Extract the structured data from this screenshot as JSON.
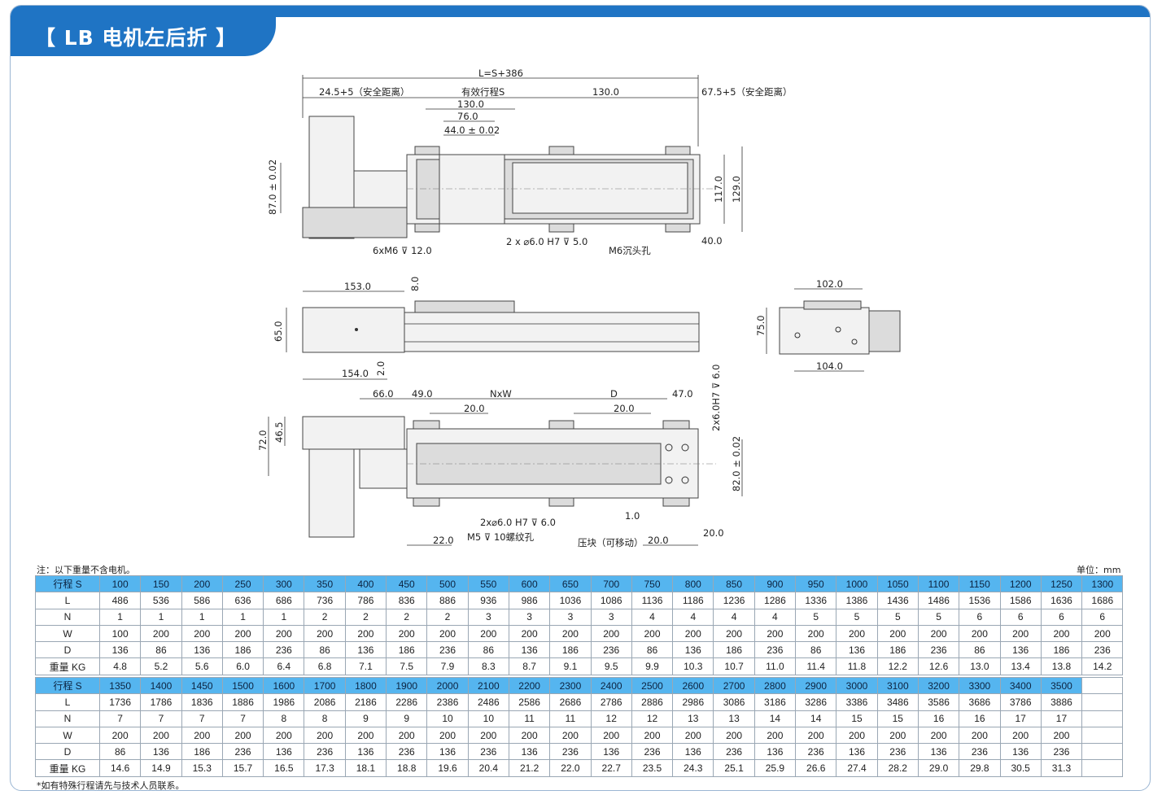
{
  "title": "【 LB 电机左后折 】",
  "colors": {
    "brand_blue": "#1f74c4",
    "table_header": "#55b5ef"
  },
  "top_view": {
    "total_length": "L=S+386",
    "safe_left": "24.5+5（安全距离）",
    "effective_stroke": "有效行程S",
    "d130_right": "130.0",
    "safe_right": "67.5+5（安全距离）",
    "d130_inner": "130.0",
    "d76": "76.0",
    "d44": "44.0 ± 0.02",
    "d87": "87.0 ± 0.02",
    "d117": "117.0",
    "d129": "129.0",
    "m6_holes": "6xM6 ⊽ 12.0",
    "pin_holes": "2 x ⌀6.0 H7 ⊽ 5.0",
    "m6_counterbore": "M6沉头孔",
    "d40": "40.0"
  },
  "side_view": {
    "d153": "153.0",
    "d8": "8.0",
    "d65": "65.0",
    "d154": "154.0",
    "d2": "2.0"
  },
  "end_view": {
    "d102": "102.0",
    "d75": "75.0",
    "d104": "104.0"
  },
  "bottom_view": {
    "d66": "66.0",
    "d49": "49.0",
    "nxw": "NxW",
    "d_label": "D",
    "d47": "47.0",
    "d20a": "20.0",
    "d20b": "20.0",
    "d72": "72.0",
    "d46_5": "46.5",
    "pins": "2x⌀6.0 H7 ⊽ 6.0",
    "pins_right": "2x6.0H7 ⊽ 6.0",
    "d82": "82.0 ± 0.02",
    "m5": "M5 ⊽ 10螺纹孔",
    "d22": "22.0",
    "d1": "1.0",
    "clamp": "压块（可移动）",
    "d20c": "20.0",
    "d20d": "20.0"
  },
  "table_note": "注：以下重量不含电机。",
  "unit_note": "单位：mm",
  "footer_note": "*如有特殊行程请先与技术人员联系。",
  "table1": {
    "rows": [
      {
        "label": "行程 S",
        "values": [
          "100",
          "150",
          "200",
          "250",
          "300",
          "350",
          "400",
          "450",
          "500",
          "550",
          "600",
          "650",
          "700",
          "750",
          "800",
          "850",
          "900",
          "950",
          "1000",
          "1050",
          "1100",
          "1150",
          "1200",
          "1250",
          "1300"
        ]
      },
      {
        "label": "L",
        "values": [
          "486",
          "536",
          "586",
          "636",
          "686",
          "736",
          "786",
          "836",
          "886",
          "936",
          "986",
          "1036",
          "1086",
          "1136",
          "1186",
          "1236",
          "1286",
          "1336",
          "1386",
          "1436",
          "1486",
          "1536",
          "1586",
          "1636",
          "1686"
        ]
      },
      {
        "label": "N",
        "values": [
          "1",
          "1",
          "1",
          "1",
          "1",
          "2",
          "2",
          "2",
          "2",
          "3",
          "3",
          "3",
          "3",
          "4",
          "4",
          "4",
          "4",
          "5",
          "5",
          "5",
          "5",
          "6",
          "6",
          "6",
          "6"
        ]
      },
      {
        "label": "W",
        "values": [
          "100",
          "200",
          "200",
          "200",
          "200",
          "200",
          "200",
          "200",
          "200",
          "200",
          "200",
          "200",
          "200",
          "200",
          "200",
          "200",
          "200",
          "200",
          "200",
          "200",
          "200",
          "200",
          "200",
          "200",
          "200"
        ]
      },
      {
        "label": "D",
        "values": [
          "136",
          "86",
          "136",
          "186",
          "236",
          "86",
          "136",
          "186",
          "236",
          "86",
          "136",
          "186",
          "236",
          "86",
          "136",
          "186",
          "236",
          "86",
          "136",
          "186",
          "236",
          "86",
          "136",
          "186",
          "236"
        ]
      },
      {
        "label": "重量 KG",
        "values": [
          "4.8",
          "5.2",
          "5.6",
          "6.0",
          "6.4",
          "6.8",
          "7.1",
          "7.5",
          "7.9",
          "8.3",
          "8.7",
          "9.1",
          "9.5",
          "9.9",
          "10.3",
          "10.7",
          "11.0",
          "11.4",
          "11.8",
          "12.2",
          "12.6",
          "13.0",
          "13.4",
          "13.8",
          "14.2"
        ]
      }
    ]
  },
  "table2": {
    "rows": [
      {
        "label": "行程 S",
        "values": [
          "1350",
          "1400",
          "1450",
          "1500",
          "1600",
          "1700",
          "1800",
          "1900",
          "2000",
          "2100",
          "2200",
          "2300",
          "2400",
          "2500",
          "2600",
          "2700",
          "2800",
          "2900",
          "3000",
          "3100",
          "3200",
          "3300",
          "3400",
          "3500",
          ""
        ]
      },
      {
        "label": "L",
        "values": [
          "1736",
          "1786",
          "1836",
          "1886",
          "1986",
          "2086",
          "2186",
          "2286",
          "2386",
          "2486",
          "2586",
          "2686",
          "2786",
          "2886",
          "2986",
          "3086",
          "3186",
          "3286",
          "3386",
          "3486",
          "3586",
          "3686",
          "3786",
          "3886",
          ""
        ]
      },
      {
        "label": "N",
        "values": [
          "7",
          "7",
          "7",
          "7",
          "8",
          "8",
          "9",
          "9",
          "10",
          "10",
          "11",
          "11",
          "12",
          "12",
          "13",
          "13",
          "14",
          "14",
          "15",
          "15",
          "16",
          "16",
          "17",
          "17",
          ""
        ]
      },
      {
        "label": "W",
        "values": [
          "200",
          "200",
          "200",
          "200",
          "200",
          "200",
          "200",
          "200",
          "200",
          "200",
          "200",
          "200",
          "200",
          "200",
          "200",
          "200",
          "200",
          "200",
          "200",
          "200",
          "200",
          "200",
          "200",
          "200",
          ""
        ]
      },
      {
        "label": "D",
        "values": [
          "86",
          "136",
          "186",
          "236",
          "136",
          "236",
          "136",
          "236",
          "136",
          "236",
          "136",
          "236",
          "136",
          "236",
          "136",
          "236",
          "136",
          "236",
          "136",
          "236",
          "136",
          "236",
          "136",
          "236",
          ""
        ]
      },
      {
        "label": "重量 KG",
        "values": [
          "14.6",
          "14.9",
          "15.3",
          "15.7",
          "16.5",
          "17.3",
          "18.1",
          "18.8",
          "19.6",
          "20.4",
          "21.2",
          "22.0",
          "22.7",
          "23.5",
          "24.3",
          "25.1",
          "25.9",
          "26.6",
          "27.4",
          "28.2",
          "29.0",
          "29.8",
          "30.5",
          "31.3",
          ""
        ]
      }
    ]
  }
}
